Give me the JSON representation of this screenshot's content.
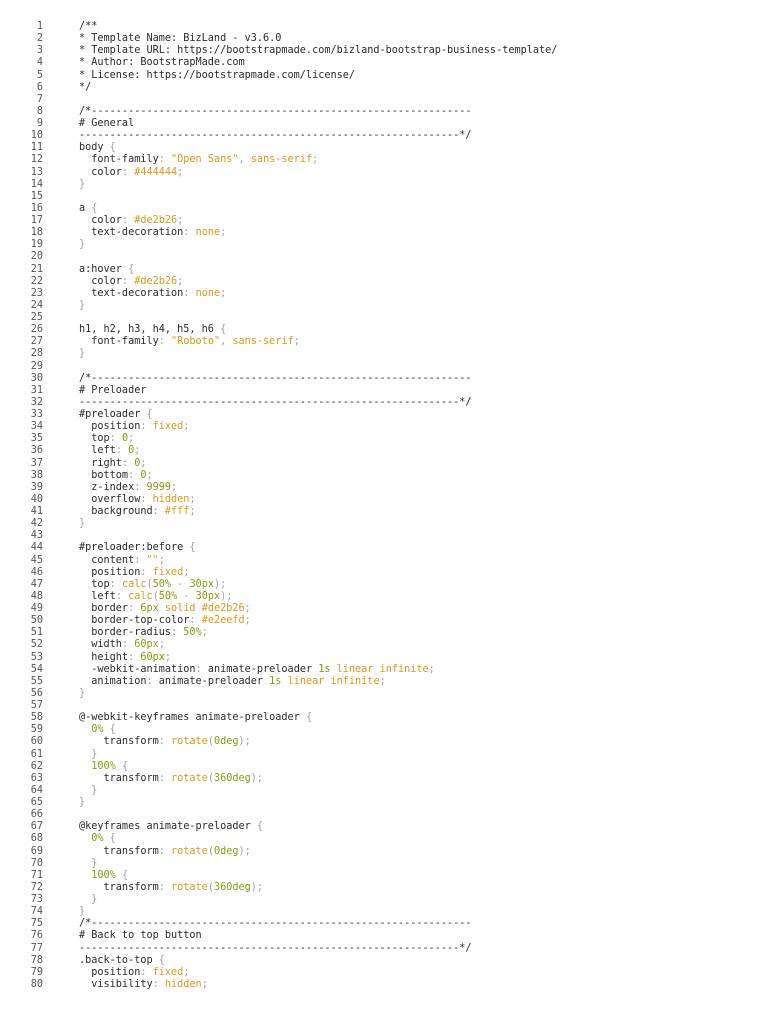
{
  "colors": {
    "plain": "#2b2b2b",
    "punctuation": "#a0a0a0",
    "value": "#d99a1a",
    "number": "#8a9a12",
    "line_number": "#555555"
  },
  "lines": [
    {
      "n": "1",
      "tokens": [
        [
          "p",
          "/**"
        ]
      ]
    },
    {
      "n": "2",
      "tokens": [
        [
          "p",
          "* Template Name: BizLand - v3.6.0"
        ]
      ]
    },
    {
      "n": "3",
      "tokens": [
        [
          "p",
          "* Template URL: https://bootstrapmade.com/bizland-bootstrap-business-template/"
        ]
      ]
    },
    {
      "n": "4",
      "tokens": [
        [
          "p",
          "* Author: BootstrapMade.com"
        ]
      ]
    },
    {
      "n": "5",
      "tokens": [
        [
          "p",
          "* License: https://bootstrapmade.com/license/"
        ]
      ]
    },
    {
      "n": "6",
      "tokens": [
        [
          "p",
          "*/"
        ]
      ]
    },
    {
      "n": "7",
      "tokens": []
    },
    {
      "n": "8",
      "tokens": [
        [
          "p",
          "/*--------------------------------------------------------------"
        ]
      ]
    },
    {
      "n": "9",
      "tokens": [
        [
          "p",
          "# General"
        ]
      ]
    },
    {
      "n": "10",
      "tokens": [
        [
          "p",
          "--------------------------------------------------------------*/"
        ]
      ]
    },
    {
      "n": "11",
      "tokens": [
        [
          "p",
          "body "
        ],
        [
          "u",
          "{"
        ]
      ]
    },
    {
      "n": "12",
      "tokens": [
        [
          "p",
          "  font-family"
        ],
        [
          "u",
          ": "
        ],
        [
          "v",
          "\"Open Sans\""
        ],
        [
          "u",
          ", "
        ],
        [
          "v",
          "sans-serif"
        ],
        [
          "u",
          ";"
        ]
      ]
    },
    {
      "n": "13",
      "tokens": [
        [
          "p",
          "  color"
        ],
        [
          "u",
          ": "
        ],
        [
          "v",
          "#444444"
        ],
        [
          "u",
          ";"
        ]
      ]
    },
    {
      "n": "14",
      "tokens": [
        [
          "u",
          "}"
        ]
      ]
    },
    {
      "n": "15",
      "tokens": []
    },
    {
      "n": "16",
      "tokens": [
        [
          "p",
          "a "
        ],
        [
          "u",
          "{"
        ]
      ]
    },
    {
      "n": "17",
      "tokens": [
        [
          "p",
          "  color"
        ],
        [
          "u",
          ": "
        ],
        [
          "v",
          "#de2b26"
        ],
        [
          "u",
          ";"
        ]
      ]
    },
    {
      "n": "18",
      "tokens": [
        [
          "p",
          "  text-decoration"
        ],
        [
          "u",
          ": "
        ],
        [
          "v",
          "none"
        ],
        [
          "u",
          ";"
        ]
      ]
    },
    {
      "n": "19",
      "tokens": [
        [
          "u",
          "}"
        ]
      ]
    },
    {
      "n": "20",
      "tokens": []
    },
    {
      "n": "21",
      "tokens": [
        [
          "p",
          "a:hover "
        ],
        [
          "u",
          "{"
        ]
      ]
    },
    {
      "n": "22",
      "tokens": [
        [
          "p",
          "  color"
        ],
        [
          "u",
          ": "
        ],
        [
          "v",
          "#de2b26"
        ],
        [
          "u",
          ";"
        ]
      ]
    },
    {
      "n": "23",
      "tokens": [
        [
          "p",
          "  text-decoration"
        ],
        [
          "u",
          ": "
        ],
        [
          "v",
          "none"
        ],
        [
          "u",
          ";"
        ]
      ]
    },
    {
      "n": "24",
      "tokens": [
        [
          "u",
          "}"
        ]
      ]
    },
    {
      "n": "25",
      "tokens": []
    },
    {
      "n": "26",
      "tokens": [
        [
          "p",
          "h1, h2, h3, h4, h5, h6 "
        ],
        [
          "u",
          "{"
        ]
      ]
    },
    {
      "n": "27",
      "tokens": [
        [
          "p",
          "  font-family"
        ],
        [
          "u",
          ": "
        ],
        [
          "v",
          "\"Roboto\""
        ],
        [
          "u",
          ", "
        ],
        [
          "v",
          "sans-serif"
        ],
        [
          "u",
          ";"
        ]
      ]
    },
    {
      "n": "28",
      "tokens": [
        [
          "u",
          "}"
        ]
      ]
    },
    {
      "n": "29",
      "tokens": []
    },
    {
      "n": "30",
      "tokens": [
        [
          "p",
          "/*--------------------------------------------------------------"
        ]
      ]
    },
    {
      "n": "31",
      "tokens": [
        [
          "p",
          "# Preloader"
        ]
      ]
    },
    {
      "n": "32",
      "tokens": [
        [
          "p",
          "--------------------------------------------------------------*/"
        ]
      ]
    },
    {
      "n": "33",
      "tokens": [
        [
          "p",
          "#preloader "
        ],
        [
          "u",
          "{"
        ]
      ]
    },
    {
      "n": "34",
      "tokens": [
        [
          "p",
          "  position"
        ],
        [
          "u",
          ": "
        ],
        [
          "v",
          "fixed"
        ],
        [
          "u",
          ";"
        ]
      ]
    },
    {
      "n": "35",
      "tokens": [
        [
          "p",
          "  top"
        ],
        [
          "u",
          ": "
        ],
        [
          "n",
          "0"
        ],
        [
          "u",
          ";"
        ]
      ]
    },
    {
      "n": "36",
      "tokens": [
        [
          "p",
          "  left"
        ],
        [
          "u",
          ": "
        ],
        [
          "n",
          "0"
        ],
        [
          "u",
          ";"
        ]
      ]
    },
    {
      "n": "37",
      "tokens": [
        [
          "p",
          "  right"
        ],
        [
          "u",
          ": "
        ],
        [
          "n",
          "0"
        ],
        [
          "u",
          ";"
        ]
      ]
    },
    {
      "n": "38",
      "tokens": [
        [
          "p",
          "  bottom"
        ],
        [
          "u",
          ": "
        ],
        [
          "n",
          "0"
        ],
        [
          "u",
          ";"
        ]
      ]
    },
    {
      "n": "39",
      "tokens": [
        [
          "p",
          "  z-index"
        ],
        [
          "u",
          ": "
        ],
        [
          "n",
          "9999"
        ],
        [
          "u",
          ";"
        ]
      ]
    },
    {
      "n": "40",
      "tokens": [
        [
          "p",
          "  overflow"
        ],
        [
          "u",
          ": "
        ],
        [
          "v",
          "hidden"
        ],
        [
          "u",
          ";"
        ]
      ]
    },
    {
      "n": "41",
      "tokens": [
        [
          "p",
          "  background"
        ],
        [
          "u",
          ": "
        ],
        [
          "v",
          "#fff"
        ],
        [
          "u",
          ";"
        ]
      ]
    },
    {
      "n": "42",
      "tokens": [
        [
          "u",
          "}"
        ]
      ]
    },
    {
      "n": "43",
      "tokens": []
    },
    {
      "n": "44",
      "tokens": [
        [
          "p",
          "#preloader:before "
        ],
        [
          "u",
          "{"
        ]
      ]
    },
    {
      "n": "45",
      "tokens": [
        [
          "p",
          "  content"
        ],
        [
          "u",
          ": "
        ],
        [
          "v",
          "\"\""
        ],
        [
          "u",
          ";"
        ]
      ]
    },
    {
      "n": "46",
      "tokens": [
        [
          "p",
          "  position"
        ],
        [
          "u",
          ": "
        ],
        [
          "v",
          "fixed"
        ],
        [
          "u",
          ";"
        ]
      ]
    },
    {
      "n": "47",
      "tokens": [
        [
          "p",
          "  top"
        ],
        [
          "u",
          ": "
        ],
        [
          "v",
          "calc"
        ],
        [
          "u",
          "("
        ],
        [
          "n",
          "50%"
        ],
        [
          "u",
          " - "
        ],
        [
          "n",
          "30px"
        ],
        [
          "u",
          ");"
        ]
      ]
    },
    {
      "n": "48",
      "tokens": [
        [
          "p",
          "  left"
        ],
        [
          "u",
          ": "
        ],
        [
          "v",
          "calc"
        ],
        [
          "u",
          "("
        ],
        [
          "n",
          "50%"
        ],
        [
          "u",
          " - "
        ],
        [
          "n",
          "30px"
        ],
        [
          "u",
          ");"
        ]
      ]
    },
    {
      "n": "49",
      "tokens": [
        [
          "p",
          "  border"
        ],
        [
          "u",
          ": "
        ],
        [
          "n",
          "6px"
        ],
        [
          "v",
          " solid #de2b26"
        ],
        [
          "u",
          ";"
        ]
      ]
    },
    {
      "n": "50",
      "tokens": [
        [
          "p",
          "  border-top-color"
        ],
        [
          "u",
          ": "
        ],
        [
          "v",
          "#e2eefd"
        ],
        [
          "u",
          ";"
        ]
      ]
    },
    {
      "n": "51",
      "tokens": [
        [
          "p",
          "  border-radius"
        ],
        [
          "u",
          ": "
        ],
        [
          "n",
          "50%"
        ],
        [
          "u",
          ";"
        ]
      ]
    },
    {
      "n": "52",
      "tokens": [
        [
          "p",
          "  width"
        ],
        [
          "u",
          ": "
        ],
        [
          "n",
          "60px"
        ],
        [
          "u",
          ";"
        ]
      ]
    },
    {
      "n": "53",
      "tokens": [
        [
          "p",
          "  height"
        ],
        [
          "u",
          ": "
        ],
        [
          "n",
          "60px"
        ],
        [
          "u",
          ";"
        ]
      ]
    },
    {
      "n": "54",
      "tokens": [
        [
          "p",
          "  -webkit-animation"
        ],
        [
          "u",
          ": "
        ],
        [
          "p",
          "animate-preloader "
        ],
        [
          "n",
          "1s"
        ],
        [
          "v",
          " linear infinite"
        ],
        [
          "u",
          ";"
        ]
      ]
    },
    {
      "n": "55",
      "tokens": [
        [
          "p",
          "  animation"
        ],
        [
          "u",
          ": "
        ],
        [
          "p",
          "animate-preloader "
        ],
        [
          "n",
          "1s"
        ],
        [
          "v",
          " linear infinite"
        ],
        [
          "u",
          ";"
        ]
      ]
    },
    {
      "n": "56",
      "tokens": [
        [
          "u",
          "}"
        ]
      ]
    },
    {
      "n": "57",
      "tokens": []
    },
    {
      "n": "58",
      "tokens": [
        [
          "p",
          "@-webkit-keyframes animate-preloader "
        ],
        [
          "u",
          "{"
        ]
      ]
    },
    {
      "n": "59",
      "tokens": [
        [
          "n",
          "  0%"
        ],
        [
          "u",
          " {"
        ]
      ]
    },
    {
      "n": "60",
      "tokens": [
        [
          "p",
          "    transform"
        ],
        [
          "u",
          ": "
        ],
        [
          "v",
          "rotate"
        ],
        [
          "u",
          "("
        ],
        [
          "n",
          "0deg"
        ],
        [
          "u",
          ");"
        ]
      ]
    },
    {
      "n": "61",
      "tokens": [
        [
          "u",
          "  }"
        ]
      ]
    },
    {
      "n": "62",
      "tokens": [
        [
          "n",
          "  100%"
        ],
        [
          "u",
          " {"
        ]
      ]
    },
    {
      "n": "63",
      "tokens": [
        [
          "p",
          "    transform"
        ],
        [
          "u",
          ": "
        ],
        [
          "v",
          "rotate"
        ],
        [
          "u",
          "("
        ],
        [
          "n",
          "360deg"
        ],
        [
          "u",
          ");"
        ]
      ]
    },
    {
      "n": "64",
      "tokens": [
        [
          "u",
          "  }"
        ]
      ]
    },
    {
      "n": "65",
      "tokens": [
        [
          "u",
          "}"
        ]
      ]
    },
    {
      "n": "66",
      "tokens": []
    },
    {
      "n": "67",
      "tokens": [
        [
          "p",
          "@keyframes animate-preloader "
        ],
        [
          "u",
          "{"
        ]
      ]
    },
    {
      "n": "68",
      "tokens": [
        [
          "n",
          "  0%"
        ],
        [
          "u",
          " {"
        ]
      ]
    },
    {
      "n": "69",
      "tokens": [
        [
          "p",
          "    transform"
        ],
        [
          "u",
          ": "
        ],
        [
          "v",
          "rotate"
        ],
        [
          "u",
          "("
        ],
        [
          "n",
          "0deg"
        ],
        [
          "u",
          ");"
        ]
      ]
    },
    {
      "n": "70",
      "tokens": [
        [
          "u",
          "  }"
        ]
      ]
    },
    {
      "n": "71",
      "tokens": [
        [
          "n",
          "  100%"
        ],
        [
          "u",
          " {"
        ]
      ]
    },
    {
      "n": "72",
      "tokens": [
        [
          "p",
          "    transform"
        ],
        [
          "u",
          ": "
        ],
        [
          "v",
          "rotate"
        ],
        [
          "u",
          "("
        ],
        [
          "n",
          "360deg"
        ],
        [
          "u",
          ");"
        ]
      ]
    },
    {
      "n": "73",
      "tokens": [
        [
          "u",
          "  }"
        ]
      ]
    },
    {
      "n": "74",
      "tokens": [
        [
          "u",
          "}"
        ]
      ]
    },
    {
      "n": "75",
      "tokens": [
        [
          "p",
          "/*--------------------------------------------------------------"
        ]
      ]
    },
    {
      "n": "76",
      "tokens": [
        [
          "p",
          "# Back to top button"
        ]
      ]
    },
    {
      "n": "77",
      "tokens": [
        [
          "p",
          "--------------------------------------------------------------*/"
        ]
      ]
    },
    {
      "n": "78",
      "tokens": [
        [
          "p",
          ".back-to-top "
        ],
        [
          "u",
          "{"
        ]
      ]
    },
    {
      "n": "79",
      "tokens": [
        [
          "p",
          "  position"
        ],
        [
          "u",
          ": "
        ],
        [
          "v",
          "fixed"
        ],
        [
          "u",
          ";"
        ]
      ]
    },
    {
      "n": "80",
      "tokens": [
        [
          "p",
          "  visibility"
        ],
        [
          "u",
          ": "
        ],
        [
          "v",
          "hidden"
        ],
        [
          "u",
          ";"
        ]
      ]
    }
  ]
}
